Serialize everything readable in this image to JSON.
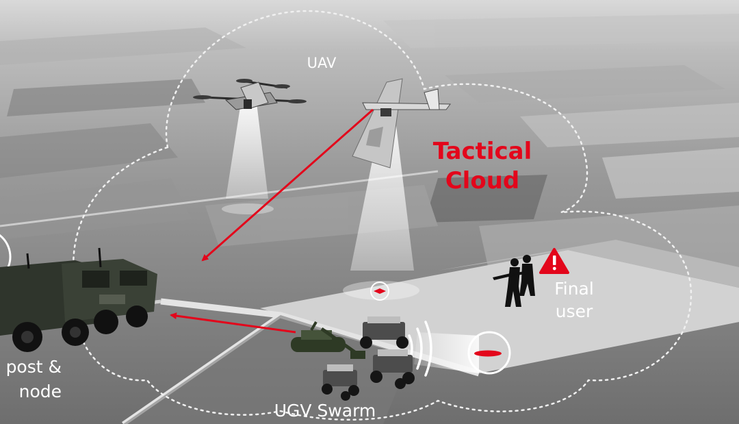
{
  "labels": {
    "uav": "UAV",
    "cloud_line1": "Tactical",
    "cloud_line2": "Cloud",
    "final_user_line1": "Final",
    "final_user_line2": "user",
    "ugv_swarm": "UGV Swarm",
    "post_line1": "post &",
    "post_line2": "node"
  },
  "colors": {
    "accent_red": "#e3061b",
    "label_white": "#ffffff",
    "cloud_outline": "#f0f0f0"
  },
  "icons": {
    "warning": "warning-triangle-icon",
    "target": "target-marker-icon",
    "signal": "signal-waves-icon"
  }
}
